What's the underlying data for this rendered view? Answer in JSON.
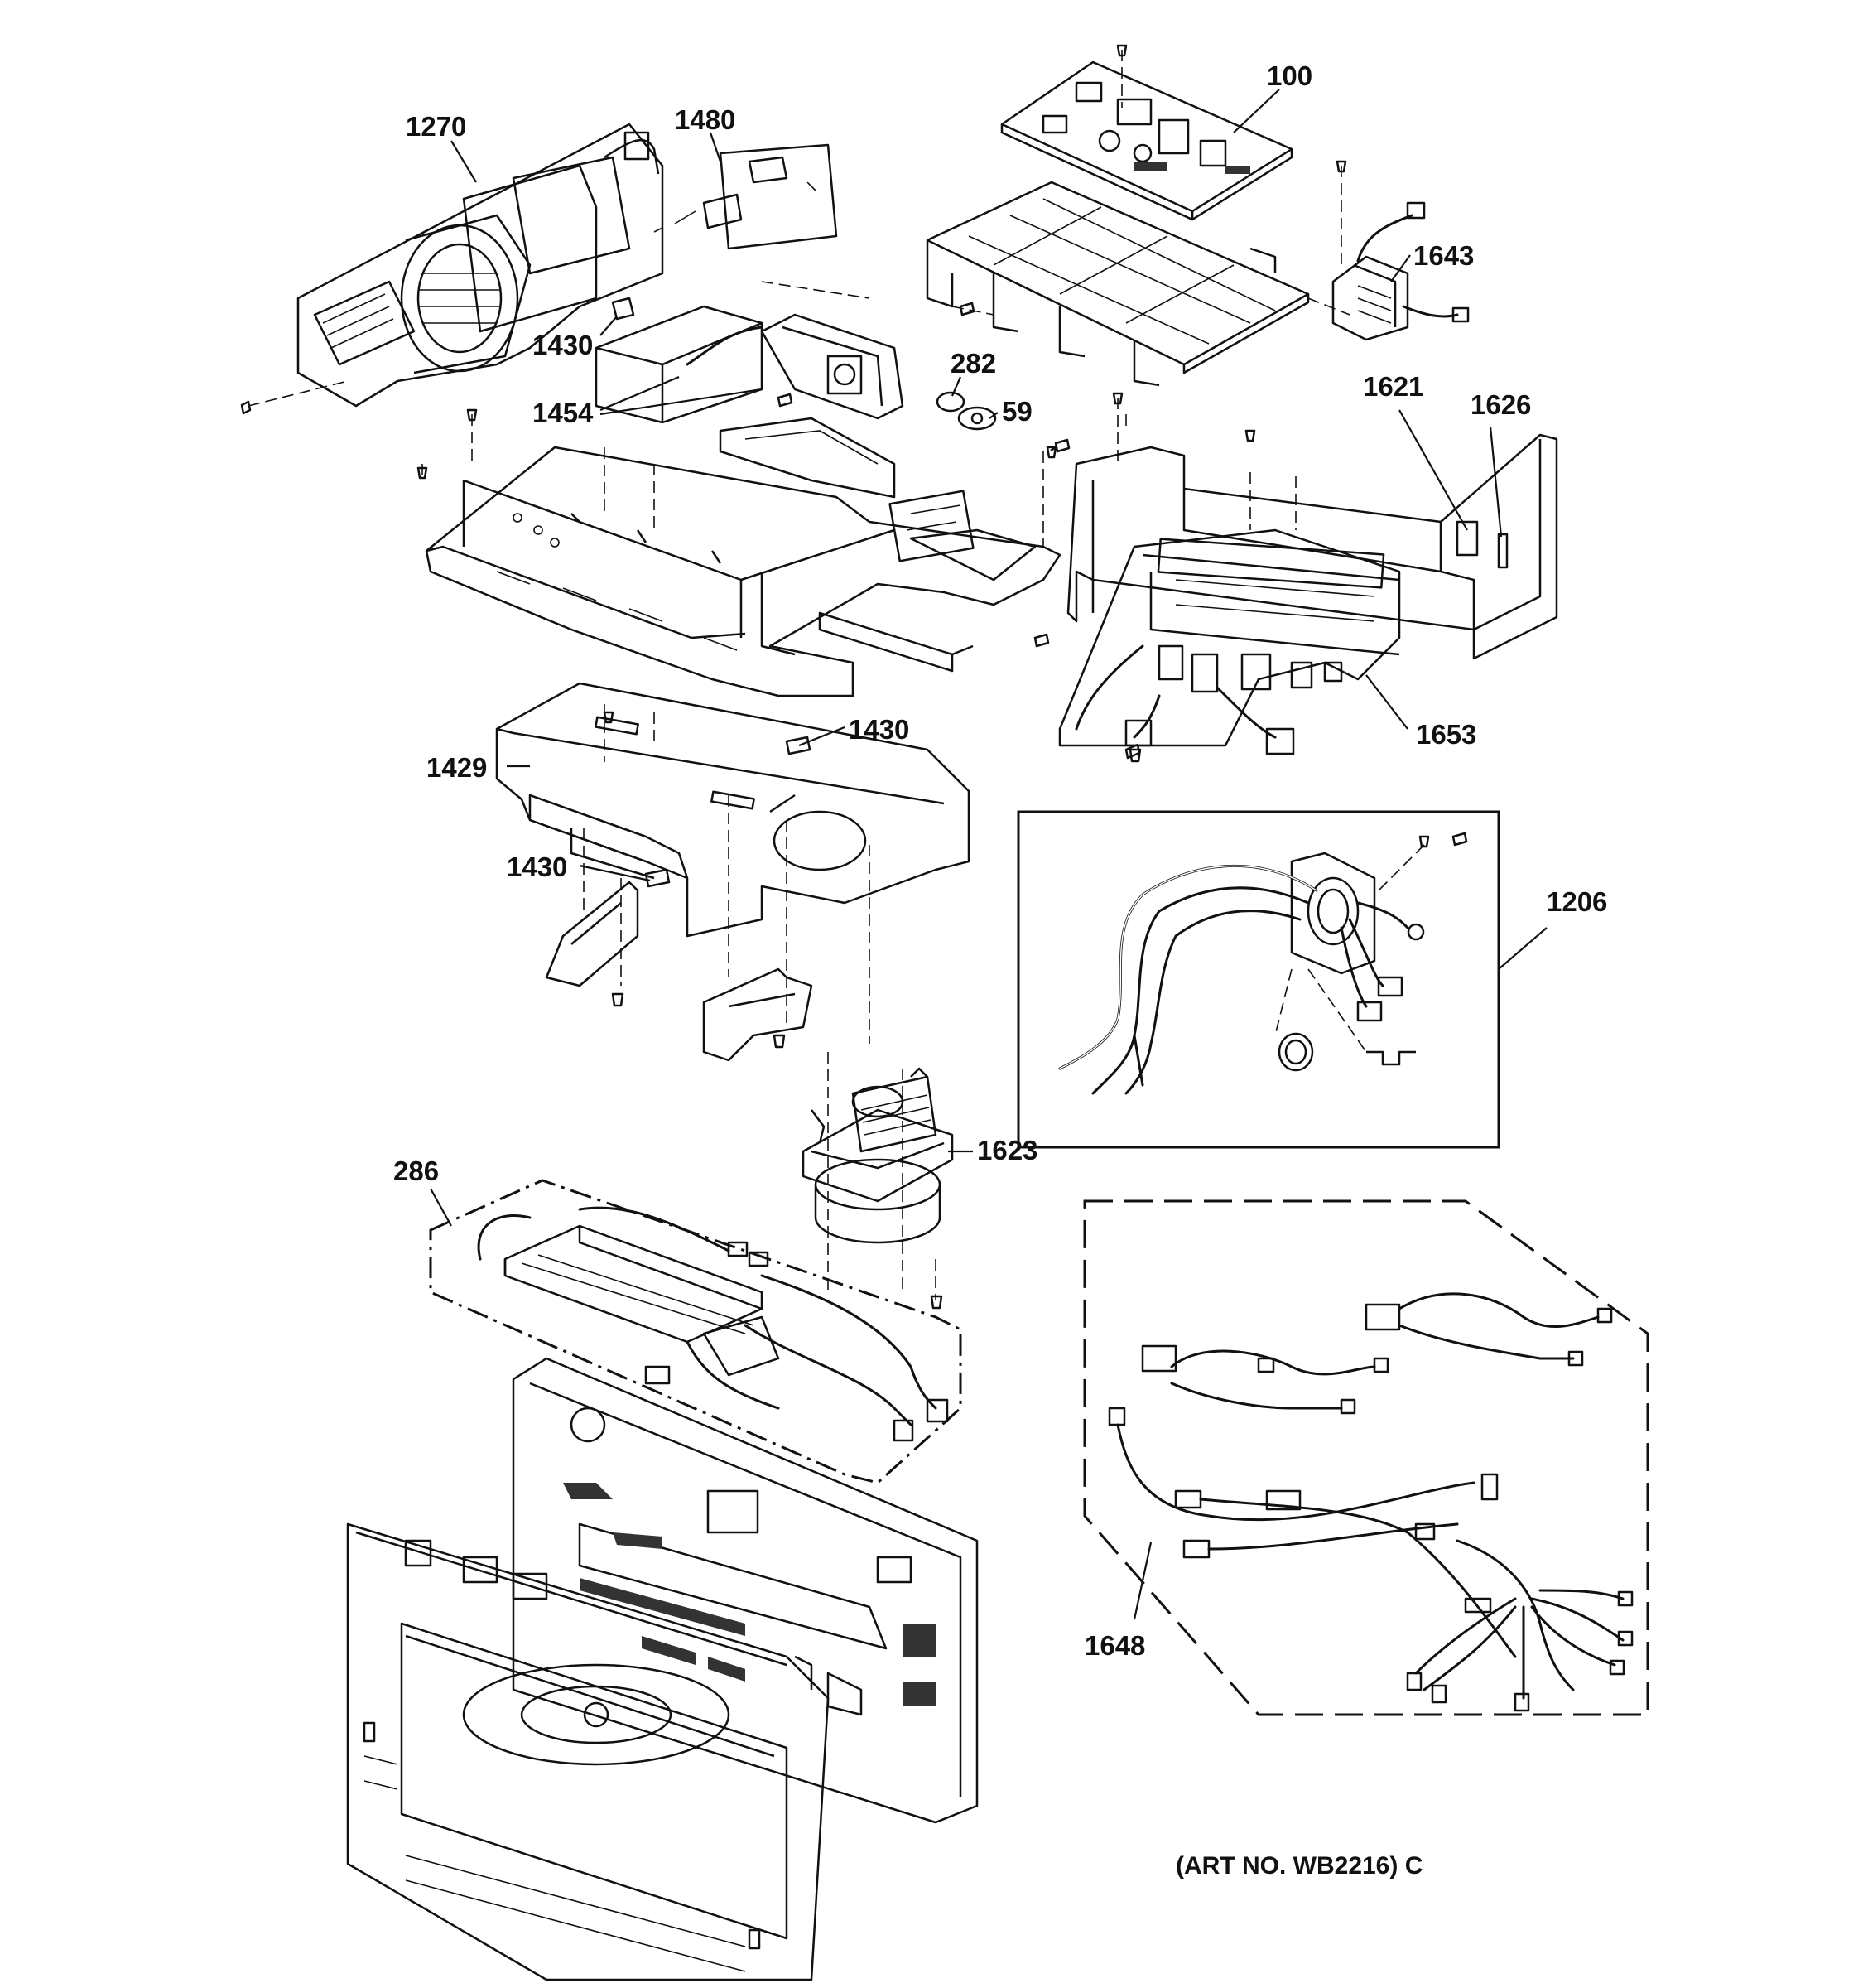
{
  "diagram": {
    "callouts": {
      "c100": "100",
      "c1270": "1270",
      "c1480": "1480",
      "c1643": "1643",
      "c1430a": "1430",
      "c282": "282",
      "c59": "59",
      "c1454": "1454",
      "c1621": "1621",
      "c1626": "1626",
      "c1653": "1653",
      "c1430b": "1430",
      "c1429": "1429",
      "c1430c": "1430",
      "c1206": "1206",
      "c1623": "1623",
      "c286": "286",
      "c1648": "1648"
    },
    "art_number": "(ART NO. WB2216) C"
  }
}
